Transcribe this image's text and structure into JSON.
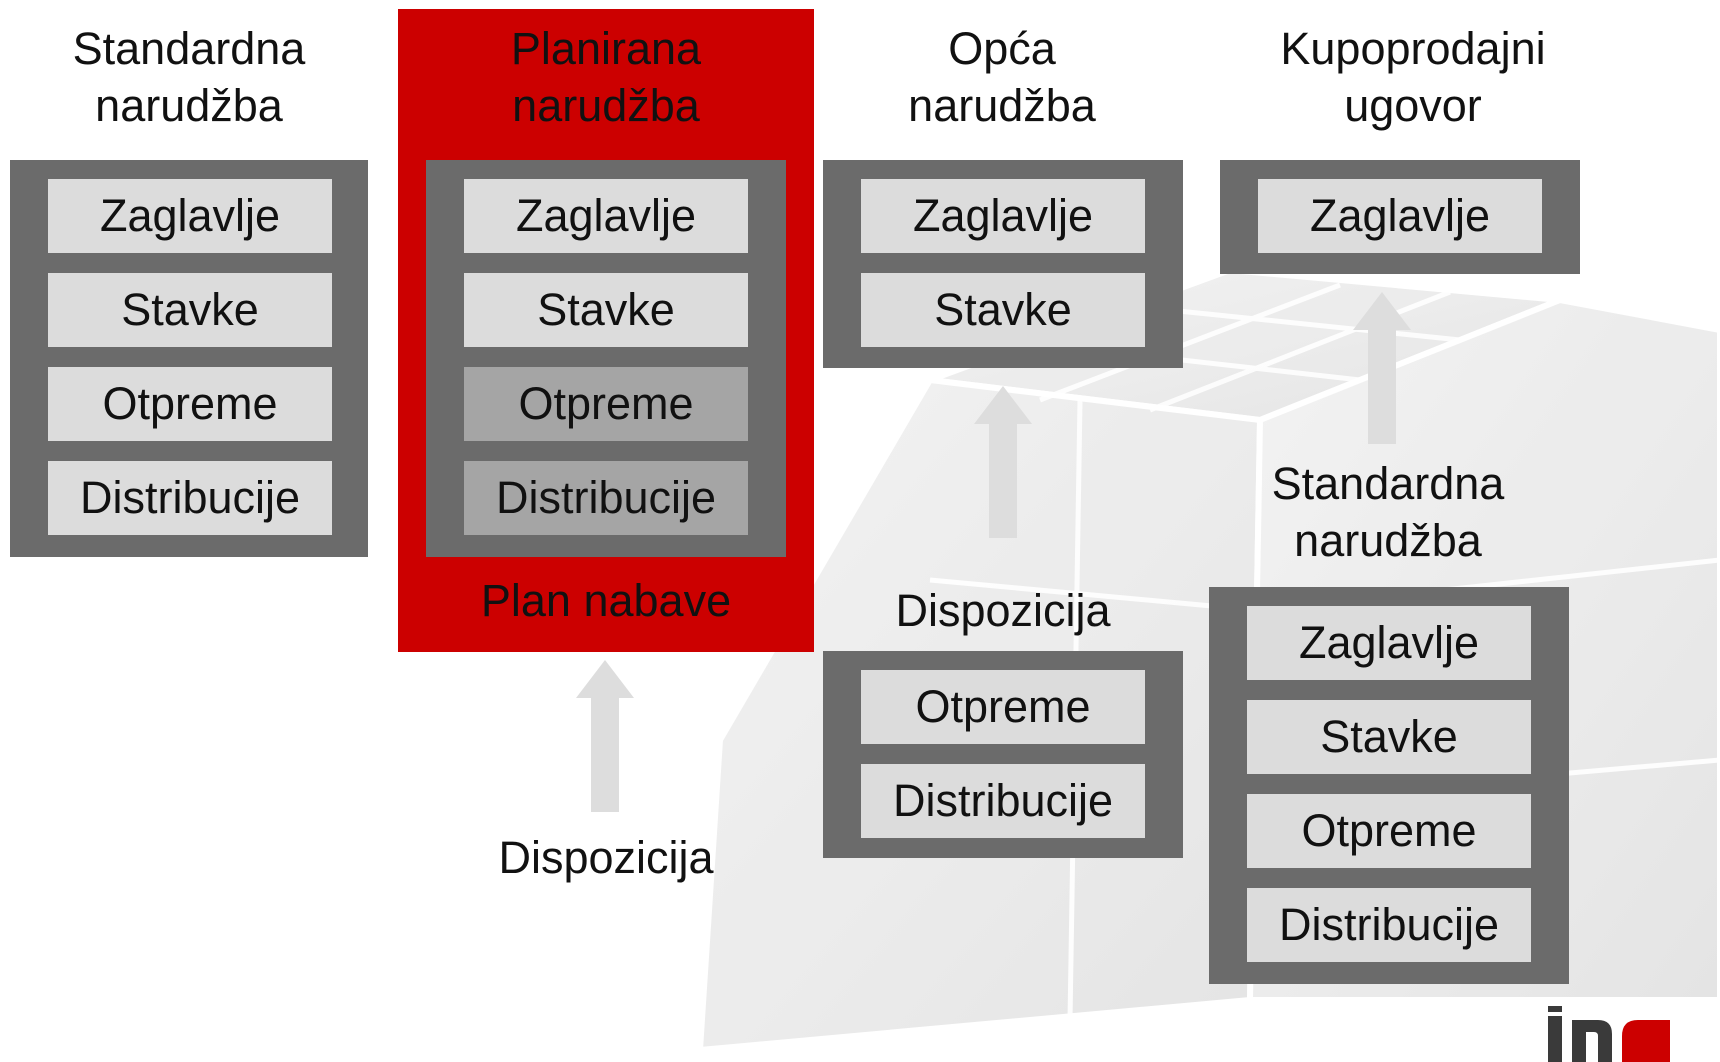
{
  "colors": {
    "red": "#cc0000",
    "panel": "#6b6b6b",
    "cell": "#dcdcdc",
    "cell_dark": "#a5a5a5",
    "arrow": "#dddddd"
  },
  "col1": {
    "title": "Standardna narudžba",
    "cells": [
      "Zaglavlje",
      "Stavke",
      "Otpreme",
      "Distribucije"
    ]
  },
  "col2": {
    "title": "Planirana narudžba",
    "cells": [
      "Zaglavlje",
      "Stavke",
      "Otpreme",
      "Distribucije"
    ],
    "footer": "Plan nabave",
    "source_label": "Dispozicija"
  },
  "col3": {
    "title": "Opća narudžba",
    "cells": [
      "Zaglavlje",
      "Stavke"
    ],
    "source_label": "Dispozicija",
    "source_cells": [
      "Otpreme",
      "Distribucije"
    ]
  },
  "col4": {
    "title": "Kupoprodajni ugovor",
    "cells": [
      "Zaglavlje"
    ],
    "source_title": "Standardna narudžba",
    "source_cells": [
      "Zaglavlje",
      "Stavke",
      "Otpreme",
      "Distribucije"
    ]
  },
  "logo": {
    "icon": "ina-logo-icon"
  }
}
